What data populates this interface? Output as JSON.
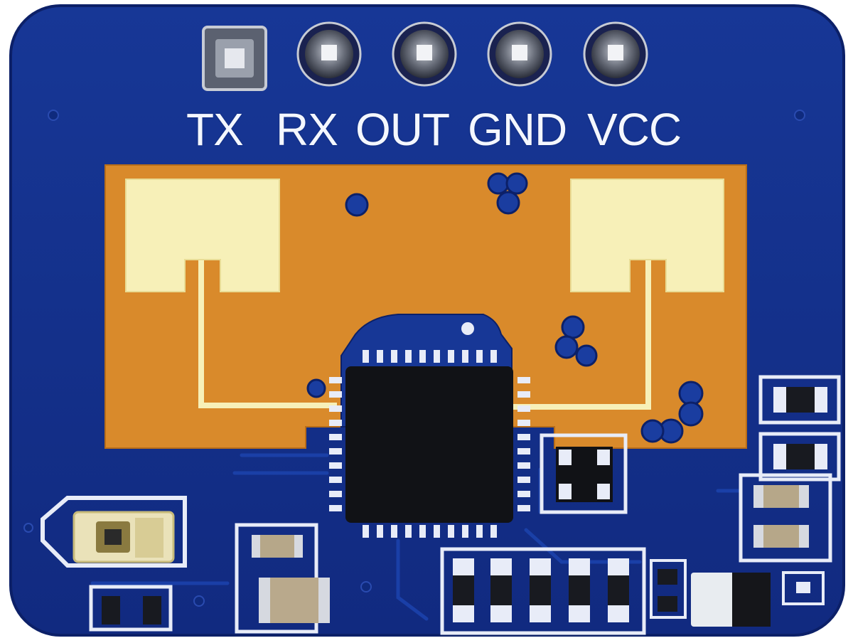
{
  "board": {
    "pin_labels": [
      "TX",
      "RX",
      "OUT",
      "GND",
      "VCC"
    ],
    "colors": {
      "pcb_blue": "#14318f",
      "pcb_edge": "#0c2068",
      "antenna_copper": "#d98a2b",
      "antenna_pad": "#f7f0b8",
      "chip": "#111216",
      "silkscreen": "#e8ecf8"
    }
  }
}
